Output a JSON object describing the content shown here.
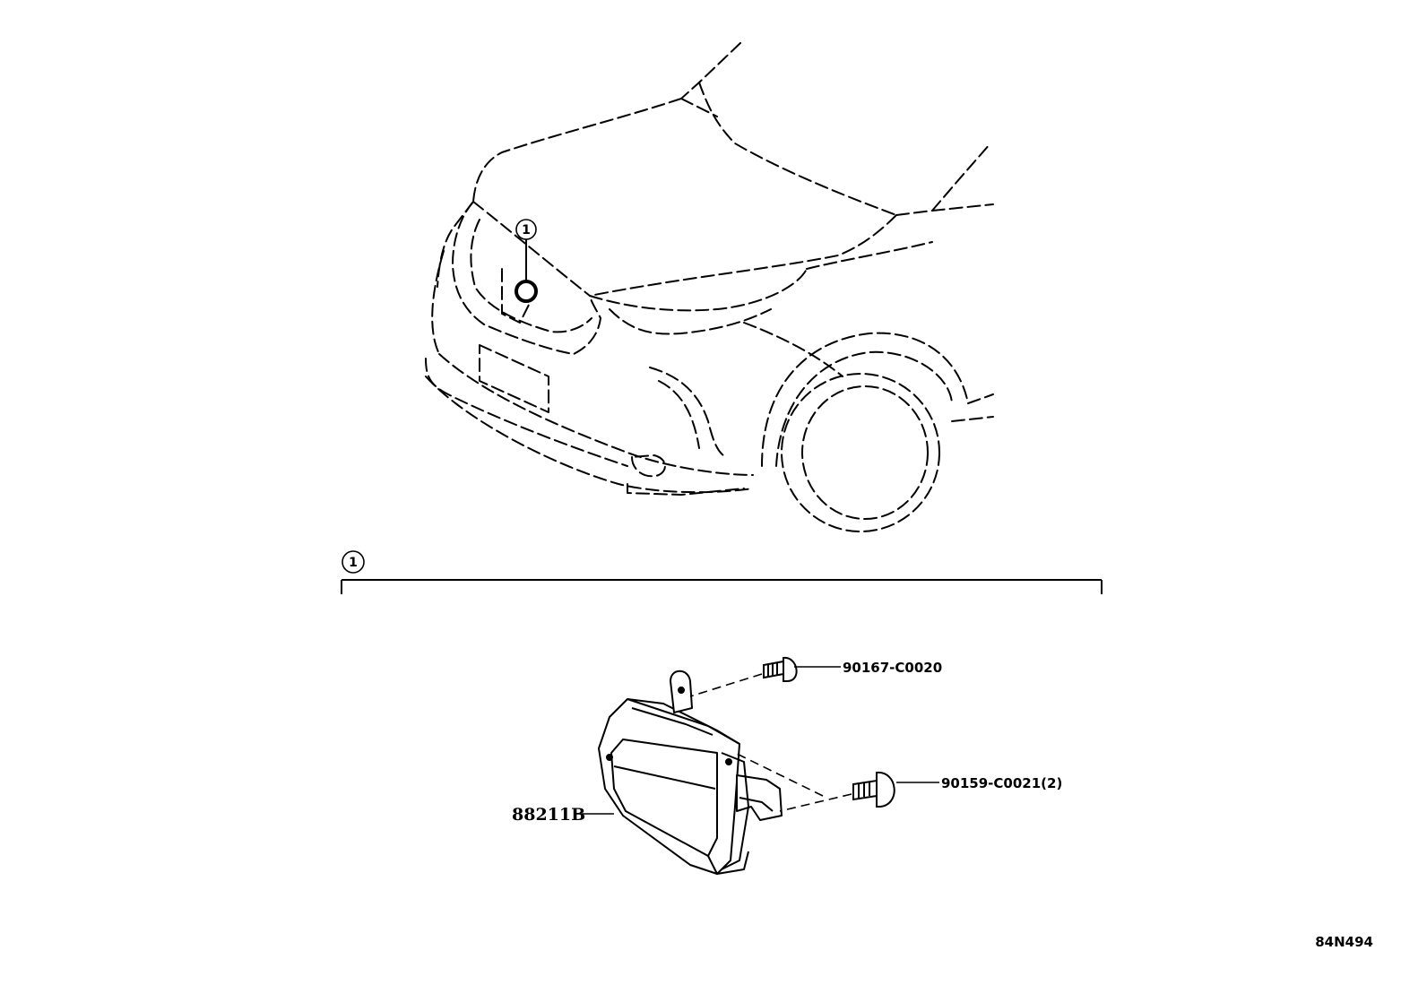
{
  "diagram": {
    "callout_ref": "1",
    "bracket_ref": "1",
    "parts": {
      "bolt_upper": "90167-C0020",
      "bolt_lower": "90159-C0021(2)",
      "module": "88211B"
    },
    "drawing_code": "84N494"
  }
}
